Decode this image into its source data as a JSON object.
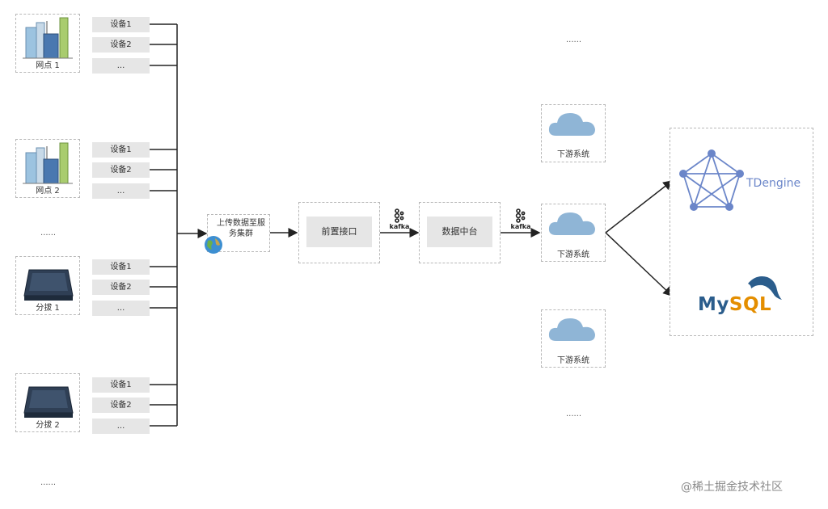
{
  "sites": [
    {
      "label": "网点 1",
      "devices": [
        "设备1",
        "设备2",
        "..."
      ]
    },
    {
      "label": "网点 2",
      "devices": [
        "设备1",
        "设备2",
        "..."
      ]
    },
    {
      "label": "分拔 1",
      "devices": [
        "设备1",
        "设备2",
        "..."
      ]
    },
    {
      "label": "分拔 2",
      "devices": [
        "设备1",
        "设备2",
        "..."
      ]
    }
  ],
  "left_ellipsis": [
    "......",
    "......"
  ],
  "upload_cluster": "上传数据至服务集群",
  "front_api": "前置接口",
  "data_center": "数据中台",
  "kafka_label": "kafka",
  "downstream": [
    "下游系统",
    "下游系统",
    "下游系统"
  ],
  "right_ellipsis": [
    "......",
    "......"
  ],
  "db": {
    "tdengine": "TDengine",
    "mysql": "MySQL"
  },
  "watermark": "@稀土掘金技术社区",
  "colors": {
    "cloud": "#8fb5d6",
    "tdengine": "#6b86c9",
    "mysql_blue": "#2b5d8c",
    "mysql_orange": "#e48e00",
    "arrow": "#222222"
  }
}
